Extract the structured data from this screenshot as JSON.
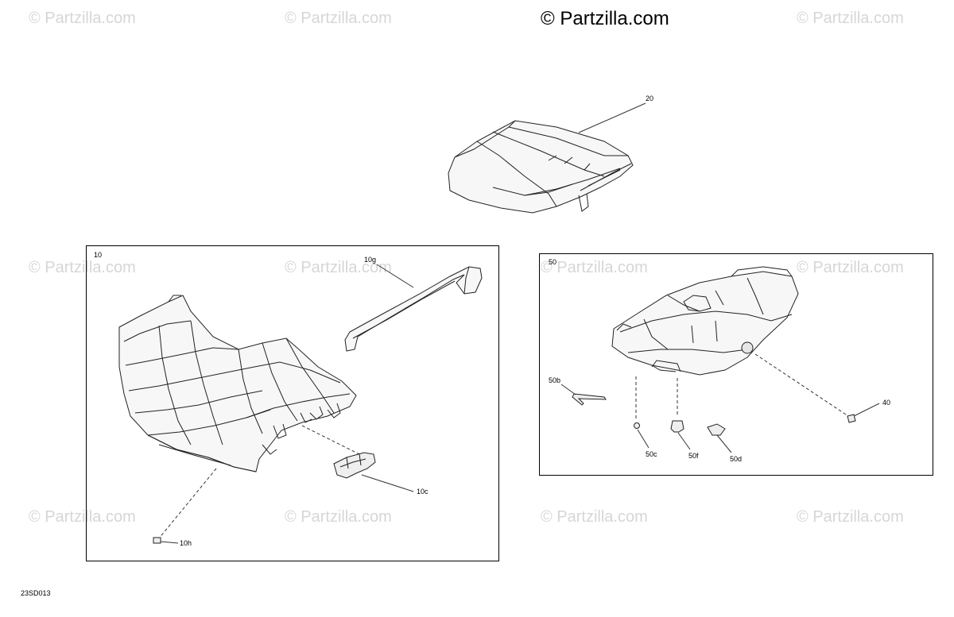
{
  "watermark": {
    "main_text": "© Partzilla.com",
    "faint_text": "© Partzilla.com"
  },
  "diagram_code": "23SD013",
  "groups": {
    "seat_assembly": {
      "label": "10"
    },
    "storage_bin": {
      "label": "50"
    }
  },
  "callouts": {
    "c20": "20",
    "c10g": "10g",
    "c10c": "10c",
    "c10h": "10h",
    "c50b": "50b",
    "c50c": "50c",
    "c50f": "50f",
    "c50d": "50d",
    "c40": "40"
  }
}
